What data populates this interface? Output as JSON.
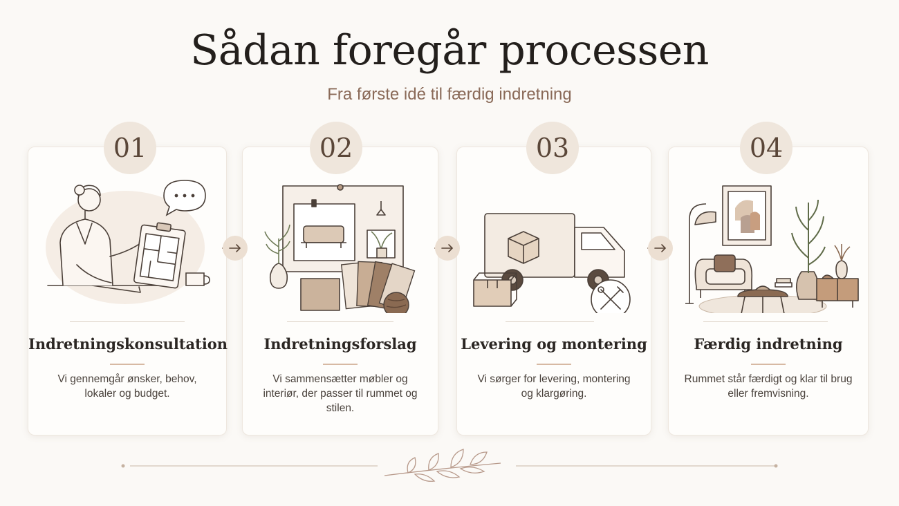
{
  "header": {
    "title": "Sådan foregår processen",
    "subtitle": "Fra første idé til færdig indretning"
  },
  "steps": [
    {
      "number": "01",
      "title": "Indretningskonsultation",
      "description": "Vi gennemgår ønsker, behov, lokaler og budget.",
      "illustration": "consultation-illustration"
    },
    {
      "number": "02",
      "title": "Indretningsforslag",
      "description": "Vi sammensætter møbler og interiør, der passer til rummet og stilen.",
      "illustration": "moodboard-illustration"
    },
    {
      "number": "03",
      "title": "Levering og montering",
      "description": "Vi sørger for levering, montering og klargøring.",
      "illustration": "delivery-truck-illustration"
    },
    {
      "number": "04",
      "title": "Færdig indretning",
      "description": "Rummet står færdigt og klar til brug eller fremvisning.",
      "illustration": "finished-room-illustration"
    }
  ],
  "colors": {
    "background": "#fbf9f6",
    "card": "#fefdfb",
    "badge": "#efe6dc",
    "accent": "#d7b9a3",
    "subtitle": "#8a6a58",
    "line_art": "#4a3f38"
  },
  "icons": [
    "arrow-right-icon",
    "speech-bubble-icon",
    "tools-icon",
    "leaf-branch-icon"
  ]
}
